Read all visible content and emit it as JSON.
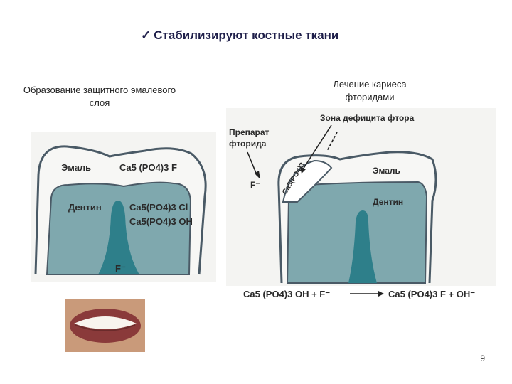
{
  "title": "Стабилизируют костные ткани",
  "captions": {
    "left": "Образование защитного эмалевого слоя",
    "right": "Лечение кариеса фторидами"
  },
  "left_tooth": {
    "enamel_label": "Эмаль",
    "enamel_formula": "Ca5 (PO4)3 F",
    "dentin_label": "Дентин",
    "formula_cl": "Ca5(PO4)3 Cl",
    "formula_oh": "Ca5(PO4)3 OH",
    "fluoride_ion": "F⁻"
  },
  "right_tooth": {
    "zone_label": "Зона дефицита фтора",
    "drug_label_line1": "Препарат",
    "drug_label_line2": "фторида",
    "fluoride_ion": "F⁻",
    "zone_formula": "Ca5(PO4)3",
    "enamel_label": "Эмаль",
    "dentin_label": "Дентин"
  },
  "equation": {
    "left": "Ca5 (PO4)3 OH + F⁻",
    "right": "Ca5 (PO4)3 F + OH⁻"
  },
  "page_number": "9",
  "colors": {
    "dentin": "#7fa8ae",
    "pulp": "#2e7f8a",
    "outline": "#4a5a66",
    "title": "#1f1f4a"
  }
}
